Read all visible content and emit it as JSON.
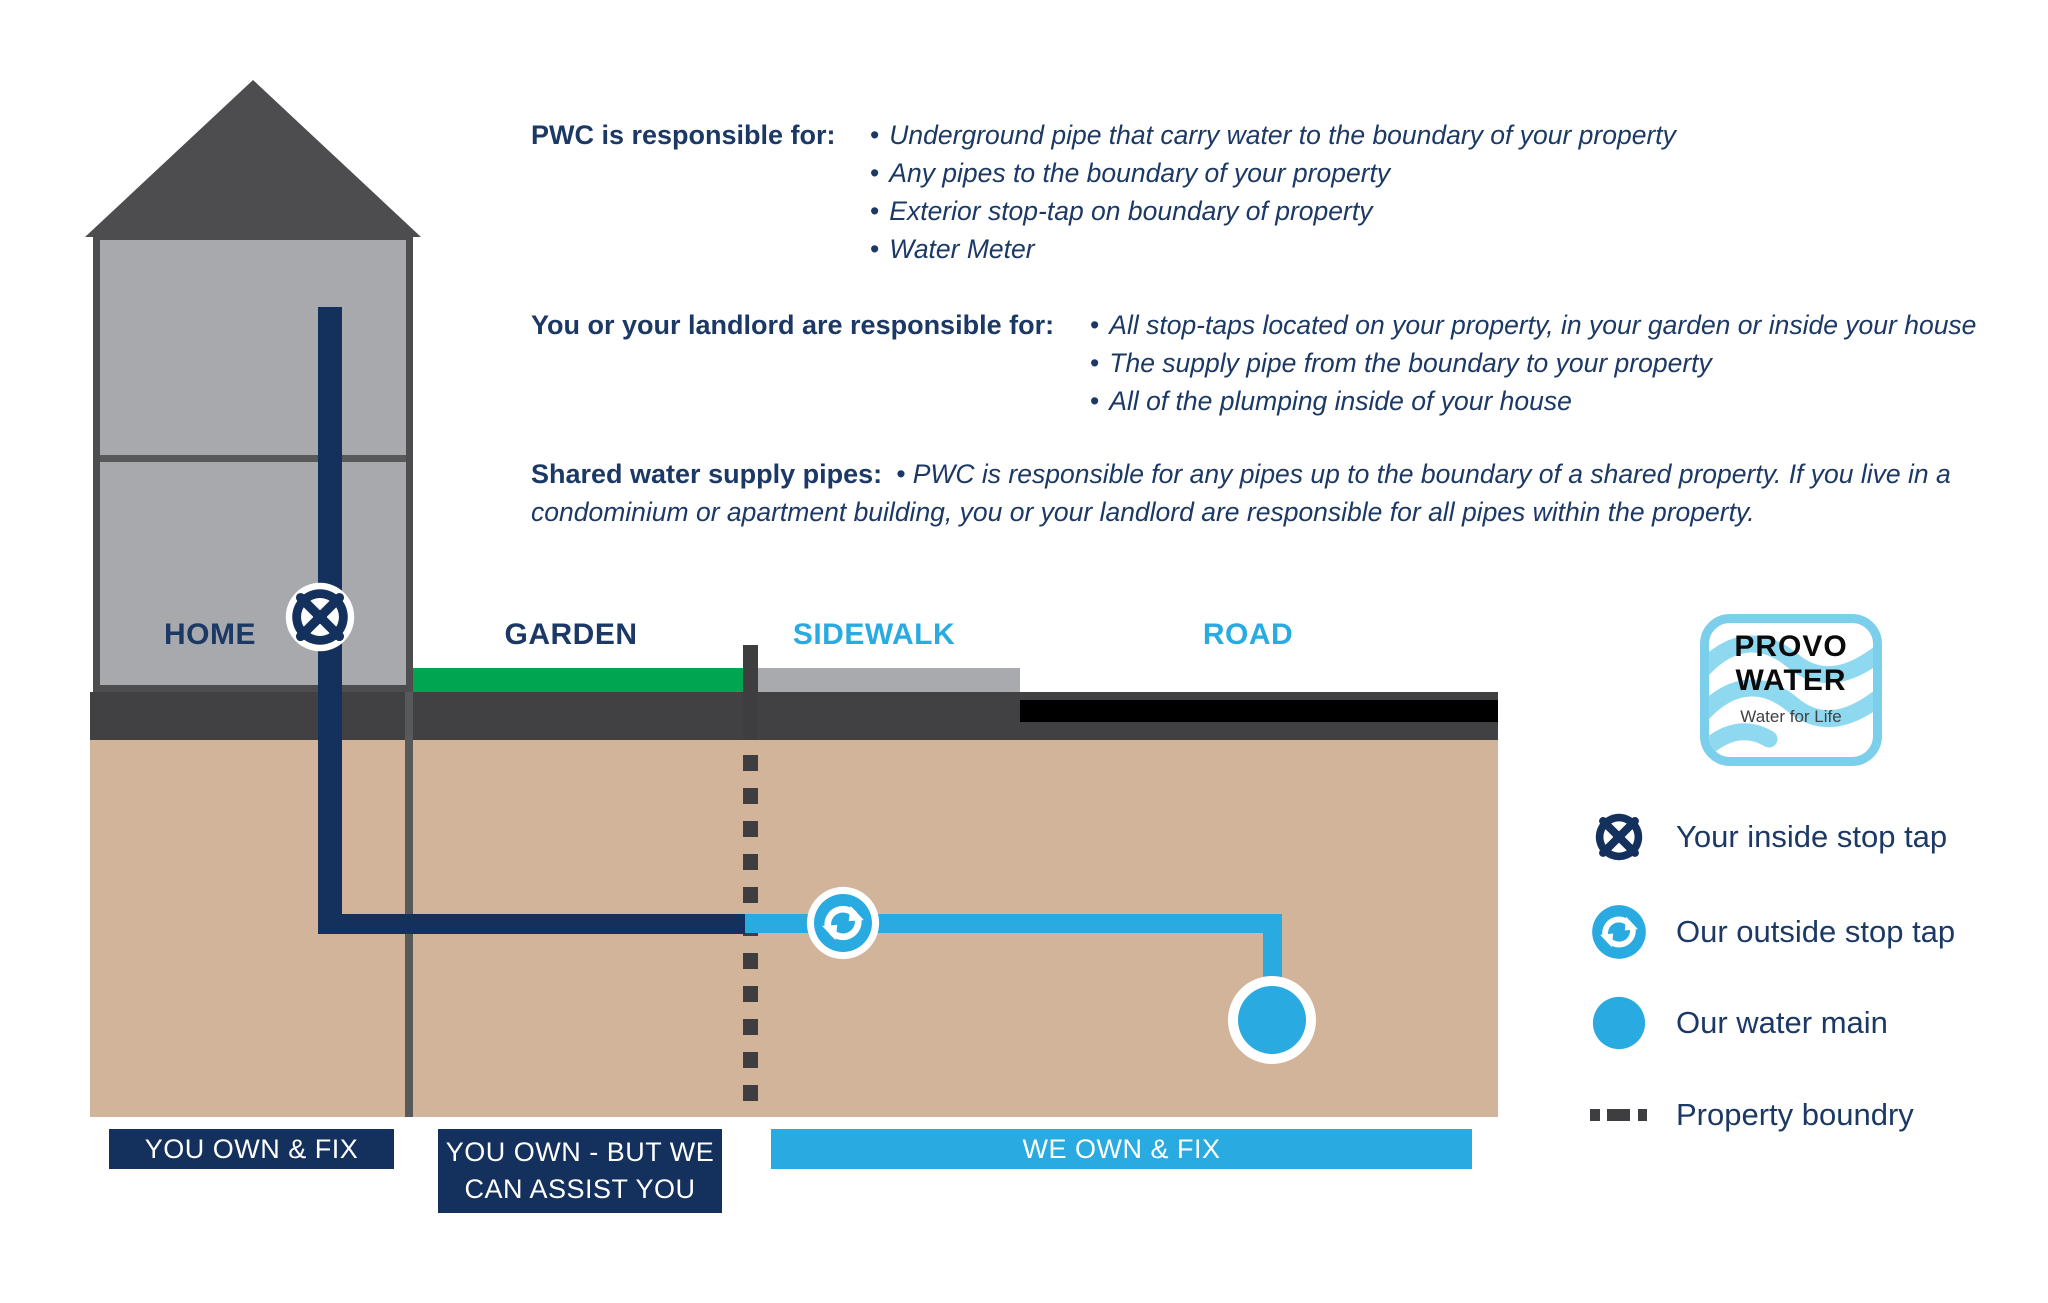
{
  "info_sections": [
    {
      "heading": "PWC is responsible for:",
      "bullets": [
        "Underground pipe that carry water to the boundary of your property",
        "Any pipes to the boundary of your property",
        "Exterior stop-tap on boundary of property",
        "Water Meter"
      ]
    },
    {
      "heading": "You or your landlord are responsible for:",
      "bullets": [
        "All stop-taps located on your property, in your garden or inside your house",
        "The supply pipe from the boundary to your property",
        "All of the plumping inside of your house"
      ]
    },
    {
      "heading": "Shared water supply pipes:",
      "text": "• PWC is responsible for any pipes up to the boundary of a shared property.  If you live in a condominium or apartment building, you or your landlord are responsible for all pipes within the property."
    }
  ],
  "zones": {
    "home": "HOME",
    "garden": "GARDEN",
    "sidewalk": "SIDEWALK",
    "road": "ROAD"
  },
  "ownership": {
    "you_own": "YOU OWN & FIX",
    "you_own_assist_line1": "YOU OWN - BUT WE",
    "you_own_assist_line2": "CAN ASSIST YOU",
    "we_own": "WE OWN & FIX"
  },
  "logo": {
    "line1": "PROVO",
    "line2": "WATER",
    "tagline": "Water for Life"
  },
  "legend": {
    "items": [
      {
        "icon": "inside-stop-tap-icon",
        "label": "Your inside stop tap"
      },
      {
        "icon": "outside-stop-tap-icon",
        "label": "Our outside stop tap"
      },
      {
        "icon": "water-main-icon",
        "label": "Our water main"
      },
      {
        "icon": "property-boundary-icon",
        "label": "Property boundry"
      }
    ]
  },
  "colors": {
    "navy": "#14315E",
    "textnavy": "#1C3966",
    "ltblue": "#29ABE2",
    "green": "#00A551",
    "tan": "#D2B49B",
    "band": "#414042",
    "house": "#A7A9AC",
    "roofgray": "#4D4D4F",
    "wallgray": "#58595B",
    "sidewalk": "#A8AAAD",
    "dash": "#3E3E40",
    "logoblue": "#7CCFEA",
    "logowave": "#8FD9F0",
    "logotagline": "#414042",
    "black": "#000000"
  }
}
